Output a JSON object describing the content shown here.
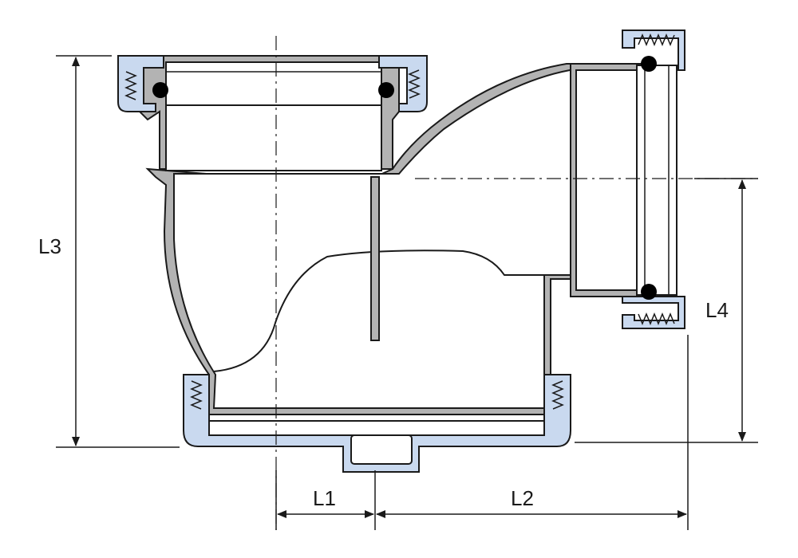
{
  "dimensions": {
    "l1": "L1",
    "l2": "L2",
    "l3": "L3",
    "l4": "L4"
  },
  "colors": {
    "body_gray": "#b3b3b3",
    "cap_blue": "#c9d9ef",
    "outline": "#1a1a1a",
    "fill_white": "#ffffff"
  }
}
